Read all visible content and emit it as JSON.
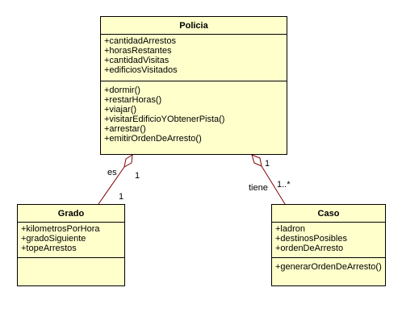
{
  "classes": {
    "policia": {
      "name": "Policia",
      "attributes": [
        "+cantidadArrestos",
        "+horasRestantes",
        "+cantidadVisitas",
        "+edificiosVisitados"
      ],
      "operations": [
        "+dormir()",
        "+restarHoras()",
        "+viajar()",
        "+visitarEdificioYObtenerPista()",
        "+arrestar()",
        "+emitirOrdenDeArresto()"
      ]
    },
    "grado": {
      "name": "Grado",
      "attributes": [
        "+kilometrosPorHora",
        "+gradoSiguiente",
        "+topeArrestos"
      ],
      "operations": []
    },
    "caso": {
      "name": "Caso",
      "attributes": [
        "+ladron",
        "+destinosPosibles",
        "+ordenDeArresto"
      ],
      "operations": [
        "+generarOrdenDeArresto()"
      ]
    }
  },
  "associations": {
    "es": {
      "name": "es",
      "whole_multiplicity": "1",
      "part_multiplicity": "1"
    },
    "tiene": {
      "name": "tiene",
      "whole_multiplicity": "1",
      "part_multiplicity": "1..*"
    }
  },
  "colors": {
    "class_fill": "#ffffcc",
    "class_border": "#000000",
    "link_line": "#800000"
  }
}
